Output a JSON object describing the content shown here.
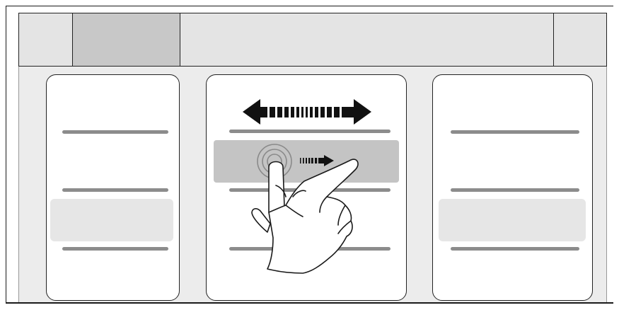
{
  "colors": {
    "frame": "#1a1a1a",
    "topbar": "#e4e4e4",
    "topbar_selected": "#c8c8c8",
    "background": "#ececec",
    "card": "#ffffff",
    "placeholder_line": "#8c8c8c",
    "highlight_row": "#e6e6e6",
    "active_row": "#c4c4c4",
    "arrow": "#111111"
  },
  "topbar": {
    "segments": 4,
    "selected_segment": 2
  },
  "cards": [
    {
      "name": "left",
      "lines": 3,
      "highlighted_row": 3
    },
    {
      "name": "center",
      "lines": 3,
      "active_row": 1
    },
    {
      "name": "right",
      "lines": 3,
      "highlighted_row": 3
    }
  ],
  "icons": [
    "double-arrow-horizontal-icon",
    "touch-ripple-icon",
    "swipe-right-arrow-icon",
    "hand-pointer-icon"
  ]
}
